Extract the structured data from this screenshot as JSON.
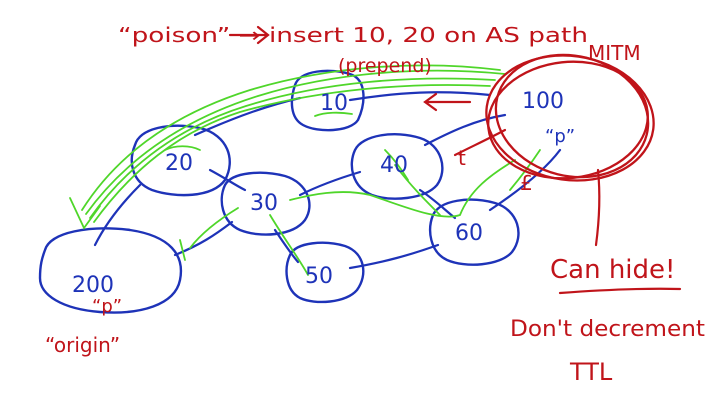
{
  "colors": {
    "red": "#c0141a",
    "blue": "#1e33b8",
    "green": "#4fd62a",
    "background": "#ffffff"
  },
  "annotations": {
    "poison_note": "“poison” → insert 10, 20 on AS path",
    "prepend_note": "(prepend)",
    "mitm_label": "MITM",
    "can_hide": "Can hide!",
    "dont_decrement_line1": "Don't decrement",
    "dont_decrement_line2": "TTL",
    "origin_label": "“origin”",
    "arrow_mark_a": "t",
    "arrow_mark_b": "£"
  },
  "nodes": [
    {
      "id": "10",
      "label": "10"
    },
    {
      "id": "20",
      "label": "20"
    },
    {
      "id": "30",
      "label": "30"
    },
    {
      "id": "40",
      "label": "40"
    },
    {
      "id": "50",
      "label": "50"
    },
    {
      "id": "60",
      "label": "60"
    },
    {
      "id": "100",
      "label": "100",
      "sublabel": "“p”"
    },
    {
      "id": "200",
      "label": "200",
      "sublabel": "“p”"
    }
  ]
}
